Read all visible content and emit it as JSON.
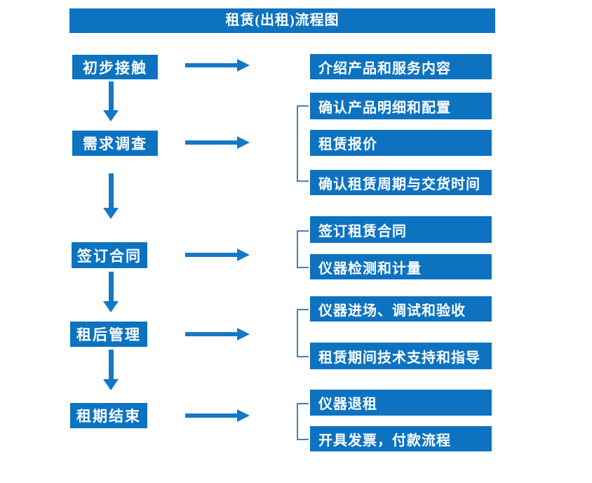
{
  "title": "租赁(出租)流程图",
  "colors": {
    "box_blue": "#0d73c1",
    "arrow_blue": "#1578c6",
    "bracket_blue": "#4a7fbb",
    "text_white": "#ffffff",
    "background": "#ffffff"
  },
  "steps": [
    {
      "label": "初步接触",
      "outputs": [
        "介绍产品和服务内容"
      ]
    },
    {
      "label": "需求调查",
      "outputs": [
        "确认产品明细和配置",
        "租赁报价",
        "确认租赁周期与交货时间"
      ]
    },
    {
      "label": "签订合同",
      "outputs": [
        "签订租赁合同",
        "仪器检测和计量"
      ]
    },
    {
      "label": "租后管理",
      "outputs": [
        "仪器进场、调试和验收",
        "租赁期间技术支持和指导"
      ]
    },
    {
      "label": "租期结束",
      "outputs": [
        "仪器退租",
        "开具发票，付款流程"
      ]
    }
  ]
}
